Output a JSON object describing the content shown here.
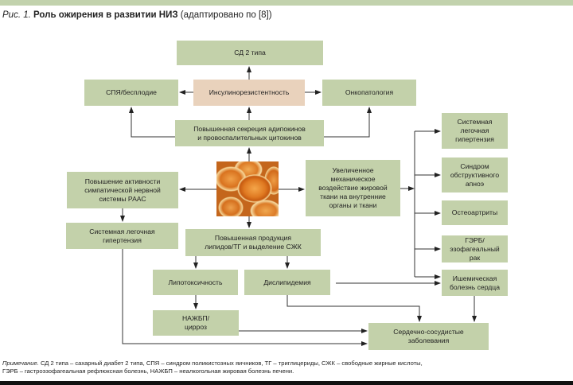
{
  "title": {
    "fig_label": "Рис. 1.",
    "main": "Роль ожирения в развитии НИЗ",
    "suffix": "(адаптировано по [8])"
  },
  "colors": {
    "box_green": "#c3d1aa",
    "box_peach": "#e9d2bc",
    "band_green": "#c2d2ad",
    "line": "#333333"
  },
  "nodes": {
    "sd2": "СД 2 типа",
    "spya": "СПЯ/бесплодие",
    "insulin": "Инсулинорезистентность",
    "onco": "Онкопатология",
    "secretion": "Повышенная секреция адипокинов\nи провоспалительных цитокинов",
    "fat_image": "adipose-tissue-image",
    "sympathetic": "Повышение активности\nсимпатической нервной\nсистемы РААС",
    "mechanical": "Увеличенное\nмеханическое\nвоздействие жировой\nткани на внутренние\nорганы и ткани",
    "pulm_hyper_right": "Системная\nлегочная\nгипертензия",
    "apnea": "Синдром\nобструктивного\nапноэ",
    "osteo": "Остеоартриты",
    "gerd": "ГЭРБ/\nэзофагеальный\nрак",
    "ihd": "Ишемическая\nболезнь сердца",
    "pulm_hyper_left": "Системная легочная\nгипертензия",
    "lipid_prod": "Повышенная продукция\nлипидов/ТГ и выделение СЖК",
    "lipotox": "Липотоксичность",
    "dyslipid": "Дислипидемия",
    "nafld": "НАЖБП/\nцирроз",
    "cvd": "Сердечно-сосудистые\nзаболевания"
  },
  "note": {
    "label": "Примечание.",
    "line1": " СД 2 типа – сахарный диабет 2 типа, СПЯ – синдром поликистозных яичников, ТГ – триглицериды, СЖК – свободные жирные кислоты,",
    "line2": "ГЭРБ – гастроэзофагеальная рефлюксная болезнь, НАЖБП – неалкогольная жировая болезнь печени."
  }
}
